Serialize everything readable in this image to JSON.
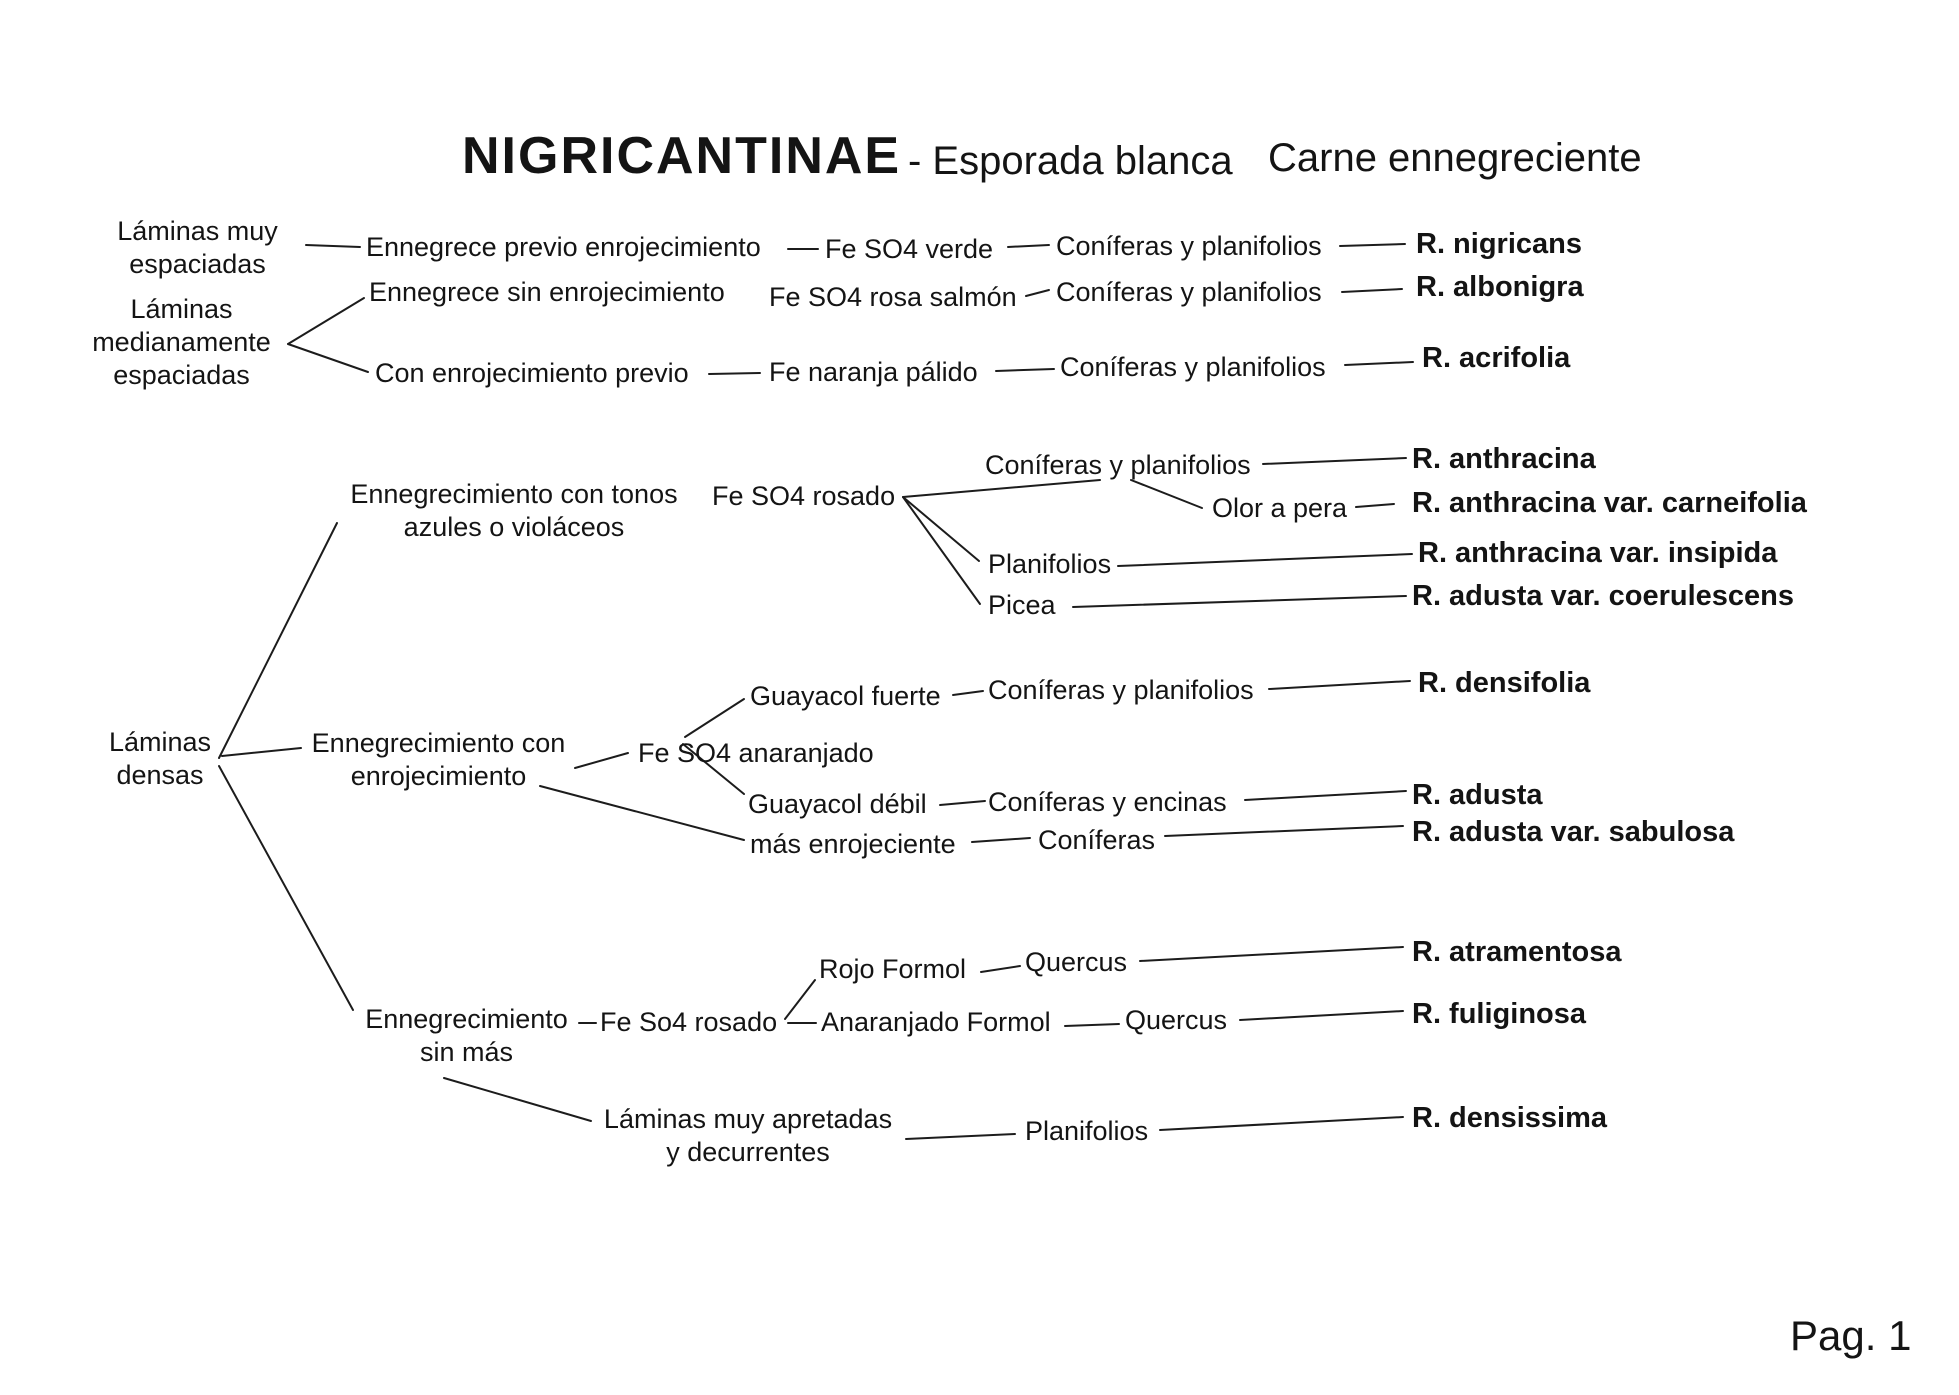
{
  "title": {
    "main": "NIGRICANTINAE",
    "sub1": "- Esporada blanca",
    "sub2": "Carne ennegreciente"
  },
  "footer": {
    "page": "Pag. 1"
  },
  "labels": {
    "laminas_muy_espaciadas": "Láminas muy\nespaciadas",
    "laminas_medianamente": "Láminas\nmedianamente\nespaciadas",
    "laminas_densas": "Láminas\ndensas",
    "ennegrece_previo": "Ennegrece previo enrojecimiento",
    "feso4_verde": "Fe SO4 verde",
    "coniferas_planifolios_1": "Coníferas y planifolios",
    "r_nigricans": "R. nigricans",
    "ennegrece_sin": "Ennegrece sin enrojecimiento",
    "feso4_rosa_salmon": "Fe SO4 rosa salmón",
    "coniferas_planifolios_2": "Coníferas y planifolios",
    "r_albonigra": "R. albonigra",
    "con_enrojecimiento_previo": "Con enrojecimiento previo",
    "fe_naranja_palido": "Fe naranja pálido",
    "coniferas_planifolios_3": "Coníferas y planifolios",
    "r_acrifolia": "R. acrifolia",
    "ennegrecimiento_tonos": "Ennegrecimiento con tonos\nazules o violáceos",
    "feso4_rosado_1": "Fe SO4 rosado",
    "coniferas_planifolios_4": "Coníferas y planifolios",
    "r_anthracina": "R. anthracina",
    "olor_a_pera": "Olor a pera",
    "r_anthracina_carneifolia": "R. anthracina var. carneifolia",
    "planifolios_1": "Planifolios",
    "r_anthracina_insipida": "R. anthracina var. insipida",
    "picea": "Picea",
    "r_adusta_coerulescens": "R. adusta var. coerulescens",
    "guayacol_fuerte": "Guayacol fuerte",
    "coniferas_planifolios_5": "Coníferas y planifolios",
    "r_densifolia": "R. densifolia",
    "ennegrecimiento_con_enrojecimiento": "Ennegrecimiento con\nenrojecimiento",
    "feso4_anaranjado": "Fe SO4 anaranjado",
    "guayacol_debil": "Guayacol débil",
    "coniferas_encinas": "Coníferas y encinas",
    "r_adusta": "R. adusta",
    "mas_enrojeciente": "más enrojeciente",
    "coniferas_solo": "Coníferas",
    "r_adusta_sabulosa": "R. adusta var. sabulosa",
    "rojo_formol": "Rojo Formol",
    "quercus_1": "Quercus",
    "r_atramentosa": "R. atramentosa",
    "ennegrecimiento_sin_mas": "Ennegrecimiento\nsin más",
    "feso4_rosado_2": "Fe So4 rosado",
    "anaranjado_formol": "Anaranjado Formol",
    "quercus_2": "Quercus",
    "r_fuliginosa": "R. fuliginosa",
    "laminas_apretadas": "Láminas muy apretadas\ny decurrentes",
    "planifolios_2": "Planifolios",
    "r_densissima": "R. densissima"
  }
}
